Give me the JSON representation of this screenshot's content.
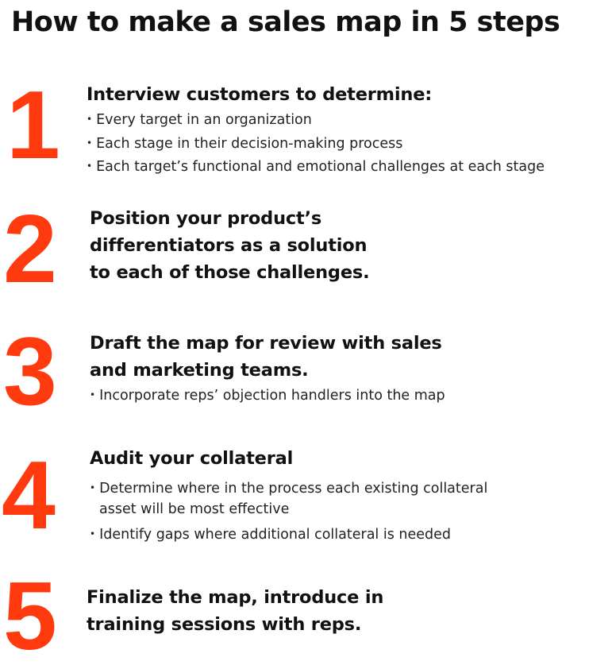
{
  "title": "How to make a sales map in 5 steps",
  "accent_color": "#ff3a0f",
  "steps": [
    {
      "number": "1",
      "heading": [
        "Interview customers to determine:"
      ],
      "bullets": [
        "Every target in an organization",
        "Each stage in their decision-making process",
        "Each target’s functional and emotional challenges at each stage"
      ]
    },
    {
      "number": "2",
      "heading": [
        "Position your product’s",
        "differentiators as a solution",
        "to each of those challenges."
      ],
      "bullets": []
    },
    {
      "number": "3",
      "heading": [
        "Draft the map for review with sales",
        "and marketing teams."
      ],
      "bullets": [
        "Incorporate reps’ objection handlers into the map"
      ]
    },
    {
      "number": "4",
      "heading": [
        "Audit your collateral"
      ],
      "bullets": [
        "Determine where in the process each existing collateral",
        "asset will be most effective",
        "Identify gaps where additional collateral is needed"
      ]
    },
    {
      "number": "5",
      "heading": [
        "Finalize the map, introduce in",
        "training sessions with reps."
      ],
      "bullets": []
    }
  ]
}
